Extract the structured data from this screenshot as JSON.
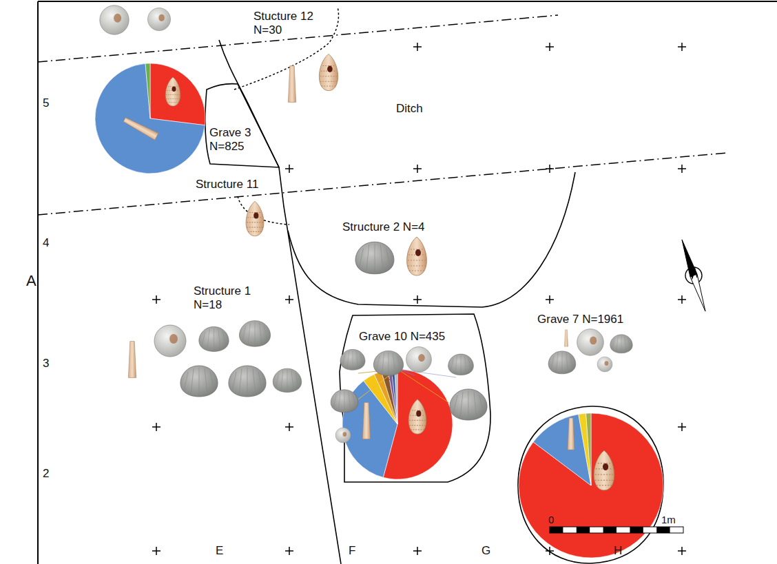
{
  "diagram": {
    "nodes": [
      {
        "text": [
          "Stucture 12 N=30"
        ]
      },
      {
        "text": [
          "Ditch"
        ]
      },
      {
        "text": [
          "Grave 3 N=825"
        ]
      },
      {
        "text": [
          "Structure 11"
        ]
      },
      {
        "text": [
          "Structure 2 N=4"
        ]
      },
      {
        "text": [
          "Structure 1 N=18"
        ]
      },
      {
        "text": [
          "Grave 10 N=435"
        ]
      },
      {
        "text": [
          "Grave 7 N=1961"
        ]
      }
    ],
    "labels": [
      "5",
      "4",
      "A",
      "3",
      "2",
      "E",
      "F",
      "G",
      "H",
      "0",
      "1m"
    ]
  }
}
